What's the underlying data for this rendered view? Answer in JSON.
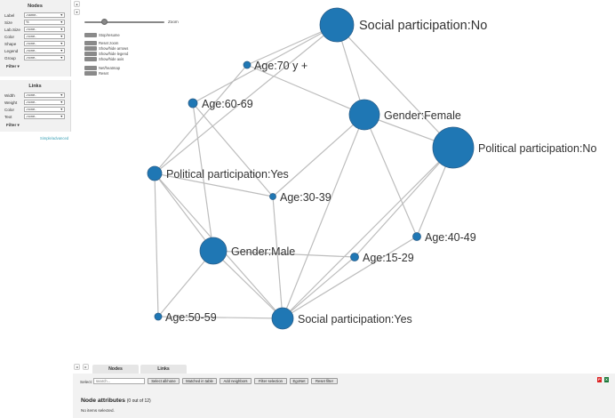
{
  "nodes_panel": {
    "title": "Nodes",
    "rows": [
      {
        "label": "Label",
        "value": "-name-"
      },
      {
        "label": "Size",
        "value": "%"
      },
      {
        "label": "Lab.Size",
        "value": "-none-"
      },
      {
        "label": "Color",
        "value": "-none-"
      },
      {
        "label": "Shape",
        "value": "-none-"
      },
      {
        "label": "Legend",
        "value": "-none-"
      },
      {
        "label": "Group",
        "value": "-none-"
      }
    ],
    "filter_label": "Filter",
    "filter_caret": "▾"
  },
  "links_panel": {
    "title": "Links",
    "rows": [
      {
        "label": "Width",
        "value": "-none-"
      },
      {
        "label": "Weight",
        "value": "-none-"
      },
      {
        "label": "Color",
        "value": "-none-"
      },
      {
        "label": "Text",
        "value": "-none-"
      }
    ],
    "filter_label": "Filter",
    "filter_caret": "▾"
  },
  "simple_advanced": "Simple/advanced",
  "zoom": {
    "label": "Zoom",
    "level": 0.25
  },
  "controls": [
    "Stop/resume",
    "Reset zoom",
    "Show/hide arrows",
    "Show/hide legend",
    "Show/hide axis",
    "Net/heatmap",
    "Reset"
  ],
  "graph": {
    "node_color": "#1f77b4",
    "edge_color": "#bdbdbd",
    "nodes": [
      {
        "id": "sp_no",
        "label": "Social participation:No"
      },
      {
        "id": "age70",
        "label": "Age:70 y +"
      },
      {
        "id": "age60",
        "label": "Age:60-69"
      },
      {
        "id": "gender_f",
        "label": "Gender:Female"
      },
      {
        "id": "pp_no",
        "label": "Political participation:No"
      },
      {
        "id": "pp_yes",
        "label": "Political participation:Yes"
      },
      {
        "id": "age30",
        "label": "Age:30-39"
      },
      {
        "id": "age40",
        "label": "Age:40-49"
      },
      {
        "id": "gender_m",
        "label": "Gender:Male"
      },
      {
        "id": "age15",
        "label": "Age:15-29"
      },
      {
        "id": "age50",
        "label": "Age:50-59"
      },
      {
        "id": "sp_yes",
        "label": "Social participation:Yes"
      }
    ],
    "edges": [
      [
        "sp_no",
        "gender_f"
      ],
      [
        "sp_no",
        "pp_no"
      ],
      [
        "sp_no",
        "age60"
      ],
      [
        "sp_no",
        "pp_yes"
      ],
      [
        "sp_no",
        "age70"
      ],
      [
        "age70",
        "gender_f"
      ],
      [
        "age70",
        "pp_yes"
      ],
      [
        "age60",
        "age30"
      ],
      [
        "age60",
        "gender_m"
      ],
      [
        "gender_f",
        "pp_no"
      ],
      [
        "gender_f",
        "age30"
      ],
      [
        "gender_f",
        "age40"
      ],
      [
        "gender_f",
        "sp_yes"
      ],
      [
        "pp_no",
        "age40"
      ],
      [
        "pp_no",
        "age15"
      ],
      [
        "pp_no",
        "sp_yes"
      ],
      [
        "pp_yes",
        "age30"
      ],
      [
        "pp_yes",
        "gender_m"
      ],
      [
        "pp_yes",
        "age50"
      ],
      [
        "pp_yes",
        "sp_yes"
      ],
      [
        "age30",
        "sp_yes"
      ],
      [
        "gender_m",
        "age15"
      ],
      [
        "gender_m",
        "age50"
      ],
      [
        "gender_m",
        "sp_yes"
      ],
      [
        "age15",
        "sp_yes"
      ],
      [
        "age40",
        "sp_yes"
      ],
      [
        "age50",
        "sp_yes"
      ]
    ]
  },
  "bottom": {
    "tabs": [
      "Nodes",
      "Links"
    ],
    "nav_prev": "◂",
    "nav_next": "▸",
    "select_label": "Select:",
    "search_placeholder": "search...",
    "buttons": [
      "Select all/none",
      "Matched in table",
      "Add neighbors",
      "Filter selection",
      "EgoNet",
      "Reset filter"
    ],
    "pdf_icon": "P",
    "xls_icon": "X",
    "attr_title": "Node attributes",
    "attr_count": "(0 out of 12)",
    "no_items": "No items selected."
  },
  "arrows": {
    "up": "▴",
    "down": "▾"
  }
}
